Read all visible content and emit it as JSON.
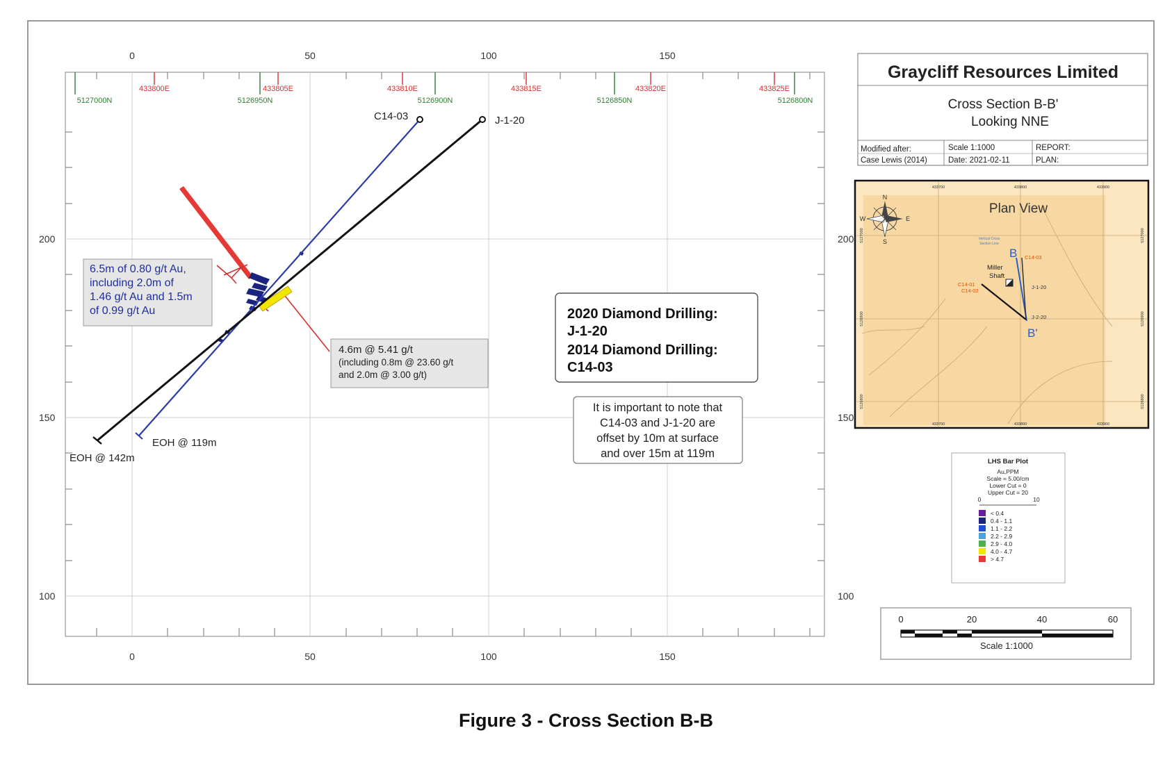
{
  "caption": "Figure 3 - Cross Section B-B",
  "section": {
    "x_ticks": [
      "0",
      "50",
      "100",
      "150"
    ],
    "y_ticks": [
      "200",
      "150",
      "100"
    ],
    "easting_labels": [
      "433800E",
      "433805E",
      "433810E",
      "433815E",
      "433820E",
      "433825E"
    ],
    "northing_labels": [
      "5127000N",
      "5126950N",
      "5126900N",
      "5126850N",
      "5126800N"
    ],
    "holes": [
      {
        "name": "C14-03",
        "eoh": "EOH @ 119m",
        "color": "#2b3aa8"
      },
      {
        "name": "J-1-20",
        "eoh": "EOH @ 142m",
        "color": "#111111"
      }
    ],
    "callout_c1403": [
      "6.5m of 0.80 g/t Au,",
      "including 2.0m of",
      "1.46 g/t Au and 1.5m",
      "of 0.99 g/t Au"
    ],
    "callout_j120": [
      "4.6m @ 5.41 g/t",
      "(including 0.8m @ 23.60 g/t",
      "and 2.0m @ 3.00 g/t)"
    ],
    "drilling_box": [
      "2020 Diamond Drilling:",
      "J-1-20",
      "2014 Diamond Drilling:",
      "C14-03"
    ],
    "note_box": [
      "It is important to note that",
      "C14-03 and J-1-20 are",
      "offset by 10m at surface",
      "and over 15m at 119m"
    ]
  },
  "title_block": {
    "company": "Graycliff Resources Limited",
    "title_line1": "Cross Section B-B'",
    "title_line2": "Looking NNE",
    "modified_label": "Modified after:",
    "modified_value": "Case Lewis (2014)",
    "scale": "Scale 1:1000",
    "date": "Date: 2021-02-11",
    "report": "REPORT:",
    "plan": "PLAN:"
  },
  "plan_view": {
    "title": "Plan View",
    "compass": {
      "n": "N",
      "s": "S",
      "e": "E",
      "w": "W"
    },
    "top_ticks": [
      "433700",
      "433800",
      "433900"
    ],
    "bottom_ticks": [
      "433700",
      "433800",
      "433900"
    ],
    "left_ticks": [
      "5127000",
      "5126900",
      "5126800"
    ],
    "right_ticks": [
      "5127000",
      "5126900",
      "5126800"
    ],
    "section_line_label": [
      "Vertical Cross",
      "Section Line"
    ],
    "b_label": "B",
    "b_prime_label": "B'",
    "miller_shaft": [
      "Miller",
      "Shaft"
    ],
    "hole_labels": [
      "C14-03",
      "J-1-20",
      "J-2-20",
      "C14-02",
      "C14-01"
    ],
    "map_color": "#f7d7a2"
  },
  "legend": {
    "title": "LHS Bar Plot",
    "lines": [
      "Au,PPM",
      "Scale = 5.00/cm",
      "Lower Cut = 0",
      "Upper Cut = 20"
    ],
    "axis": [
      "0",
      "10"
    ],
    "items": [
      {
        "label": "< 0.4",
        "color": "#6a1b9a"
      },
      {
        "label": "0.4 - 1.1",
        "color": "#1a237e"
      },
      {
        "label": "1.1 - 2.2",
        "color": "#1e4fd6"
      },
      {
        "label": "2.2 - 2.9",
        "color": "#4aa3df"
      },
      {
        "label": "2.9 - 4.0",
        "color": "#4caf50"
      },
      {
        "label": "4.0 - 4.7",
        "color": "#f2e600"
      },
      {
        "label": "> 4.7",
        "color": "#e53935"
      }
    ]
  },
  "scale_bar": {
    "ticks": [
      "0",
      "20",
      "40",
      "60"
    ],
    "label": "Scale 1:1000"
  }
}
